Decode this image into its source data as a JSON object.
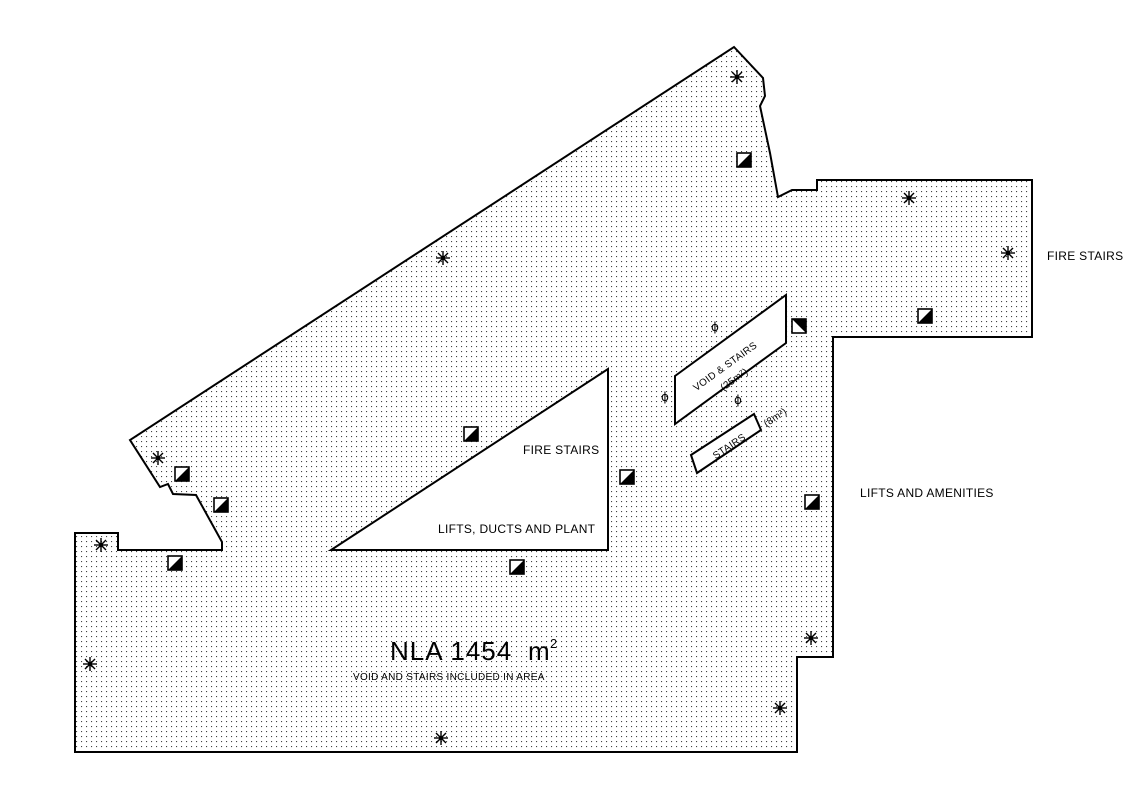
{
  "plan": {
    "nla_label": "NLA 1454",
    "nla_unit": "m",
    "nla_unit_exp": "2",
    "nla_note": "VOID AND STAIRS INCLUDED IN AREA",
    "labels": {
      "fire_stairs_right": "FIRE STAIRS",
      "lifts_amenities": "LIFTS AND AMENITIES",
      "fire_stairs_core": "FIRE STAIRS",
      "lifts_ducts_plant": "LIFTS, DUCTS AND PLANT",
      "void_stairs_line1": "VOID & STAIRS",
      "void_stairs_line2": "(25m²)",
      "stairs": "STAIRS",
      "stairs_area": "(8m²)",
      "phi": "ϕ"
    }
  }
}
